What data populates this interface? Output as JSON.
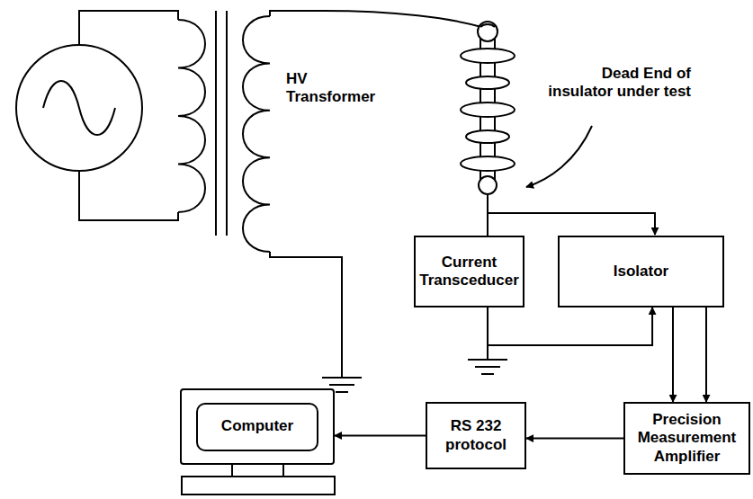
{
  "diagram": {
    "nodes": [
      {
        "text": [
          "Current Transceducer"
        ]
      },
      {
        "text": [
          "Isolator"
        ]
      },
      {
        "text": [
          "Precision Measurement Amplifier"
        ]
      },
      {
        "text": [
          "RS 232 protocol"
        ]
      },
      {
        "text": [
          "Computer"
        ]
      }
    ],
    "edges": [
      {
        "from": 0,
        "to": 1,
        "arrow": "to"
      },
      {
        "from": 1,
        "to": 2,
        "arrow": "to"
      },
      {
        "from": 1,
        "to": 2,
        "arrow": "to"
      },
      {
        "from": 2,
        "to": 3,
        "arrow": "to"
      },
      {
        "from": 3,
        "to": 4,
        "arrow": "to"
      }
    ],
    "labels": [
      "HV Transformer",
      "Dead End of insulator under test"
    ]
  }
}
